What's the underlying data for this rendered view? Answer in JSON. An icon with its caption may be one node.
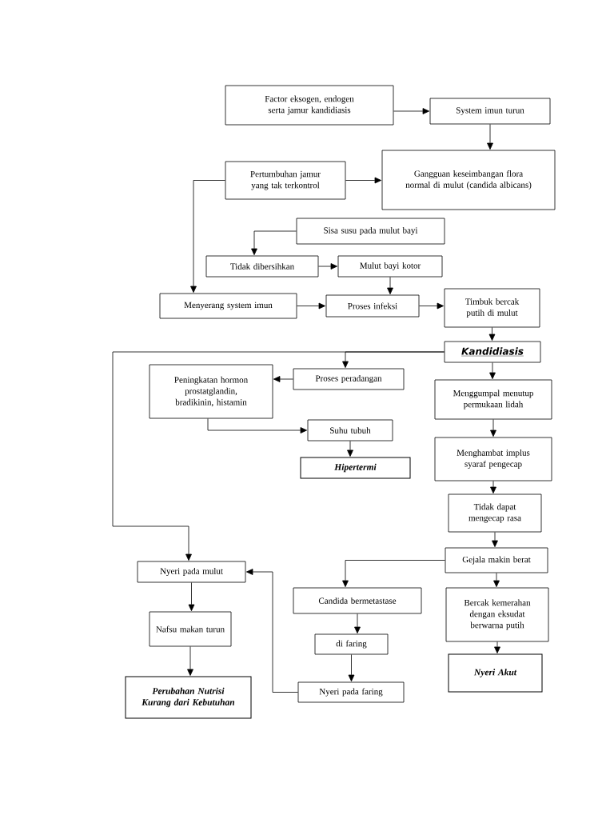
{
  "diagram": {
    "nodes": [
      {
        "text": [
          "Factor eksogen, endogen serta jamur kandidiasis"
        ]
      },
      {
        "text": [
          "System imun turun"
        ]
      },
      {
        "text": [
          "Gangguan keseimbangan flora normal di mulut (candida albicans)"
        ]
      },
      {
        "text": [
          "Pertumbuhan jamur yang tak terkontrol"
        ]
      },
      {
        "text": [
          "Sisa susu pada mulut bayi"
        ]
      },
      {
        "text": [
          "Tidak dibersihkan"
        ]
      },
      {
        "text": [
          "Mulut bayi kotor"
        ]
      },
      {
        "text": [
          "Menyerang system imun"
        ]
      },
      {
        "text": [
          "Proses infeksi"
        ]
      },
      {
        "text": [
          "Timbuk bercak putih di mulut"
        ]
      },
      {
        "text": [
          "Kandidiasis"
        ]
      },
      {
        "text": [
          "Proses peradangan"
        ]
      },
      {
        "text": [
          "Peningkatan hormon prostatglandin, bradikinin, histamin"
        ]
      },
      {
        "text": [
          "Suhu tubuh"
        ]
      },
      {
        "text": [
          "Hipertermi"
        ]
      },
      {
        "text": [
          "Menggumpal menutup permukaan lidah"
        ]
      },
      {
        "text": [
          "Menghambat implus syaraf pengecap"
        ]
      },
      {
        "text": [
          "Tidak dapat mengecap rasa"
        ]
      },
      {
        "text": [
          "Gejala makin berat"
        ]
      },
      {
        "text": [
          "Nyeri pada mulut"
        ]
      },
      {
        "text": [
          "Candida bermetastase"
        ]
      },
      {
        "text": [
          "Bercak kemerahan dengan eksudat berwarna putih"
        ]
      },
      {
        "text": [
          "Nafsu makan turun"
        ]
      },
      {
        "text": [
          "di faring"
        ]
      },
      {
        "text": [
          "Nyeri Akut"
        ]
      },
      {
        "text": [
          "Perubahan Nutrisi Kurang dari Kebutuhan"
        ]
      },
      {
        "text": [
          "Nyeri pada faring"
        ]
      }
    ],
    "edges": [
      {
        "from": 0,
        "to": 1,
        "arrow": "to"
      },
      {
        "from": 1,
        "to": 2,
        "arrow": "to"
      },
      {
        "from": 3,
        "to": 2,
        "arrow": "to"
      },
      {
        "from": 3,
        "to": 7,
        "arrow": "to"
      },
      {
        "from": 4,
        "to": 5,
        "arrow": "to"
      },
      {
        "from": 5,
        "to": 6,
        "arrow": "to"
      },
      {
        "from": 6,
        "to": 8,
        "arrow": "to"
      },
      {
        "from": 7,
        "to": 8,
        "arrow": "to"
      },
      {
        "from": 8,
        "to": 9,
        "arrow": "to"
      },
      {
        "from": 9,
        "to": 10,
        "arrow": "to"
      },
      {
        "from": 10,
        "to": 15,
        "arrow": "to"
      },
      {
        "from": 10,
        "to": 11,
        "arrow": "to"
      },
      {
        "from": 10,
        "to": 19,
        "arrow": "to"
      },
      {
        "from": 11,
        "to": 12,
        "arrow": "to"
      },
      {
        "from": 12,
        "to": 13,
        "arrow": "to"
      },
      {
        "from": 13,
        "to": 14,
        "arrow": "to"
      },
      {
        "from": 15,
        "to": 16,
        "arrow": "to"
      },
      {
        "from": 16,
        "to": 17,
        "arrow": "to"
      },
      {
        "from": 17,
        "to": 18,
        "arrow": "to"
      },
      {
        "from": 18,
        "to": 20,
        "arrow": "to"
      },
      {
        "from": 18,
        "to": 21,
        "arrow": "to"
      },
      {
        "from": 19,
        "to": 22,
        "arrow": "to"
      },
      {
        "from": 22,
        "to": 25,
        "arrow": "to"
      },
      {
        "from": 20,
        "to": 23,
        "arrow": "to"
      },
      {
        "from": 23,
        "to": 26,
        "arrow": "to"
      },
      {
        "from": 26,
        "to": 19,
        "arrow": "to"
      },
      {
        "from": 21,
        "to": 24,
        "arrow": "to"
      }
    ]
  }
}
